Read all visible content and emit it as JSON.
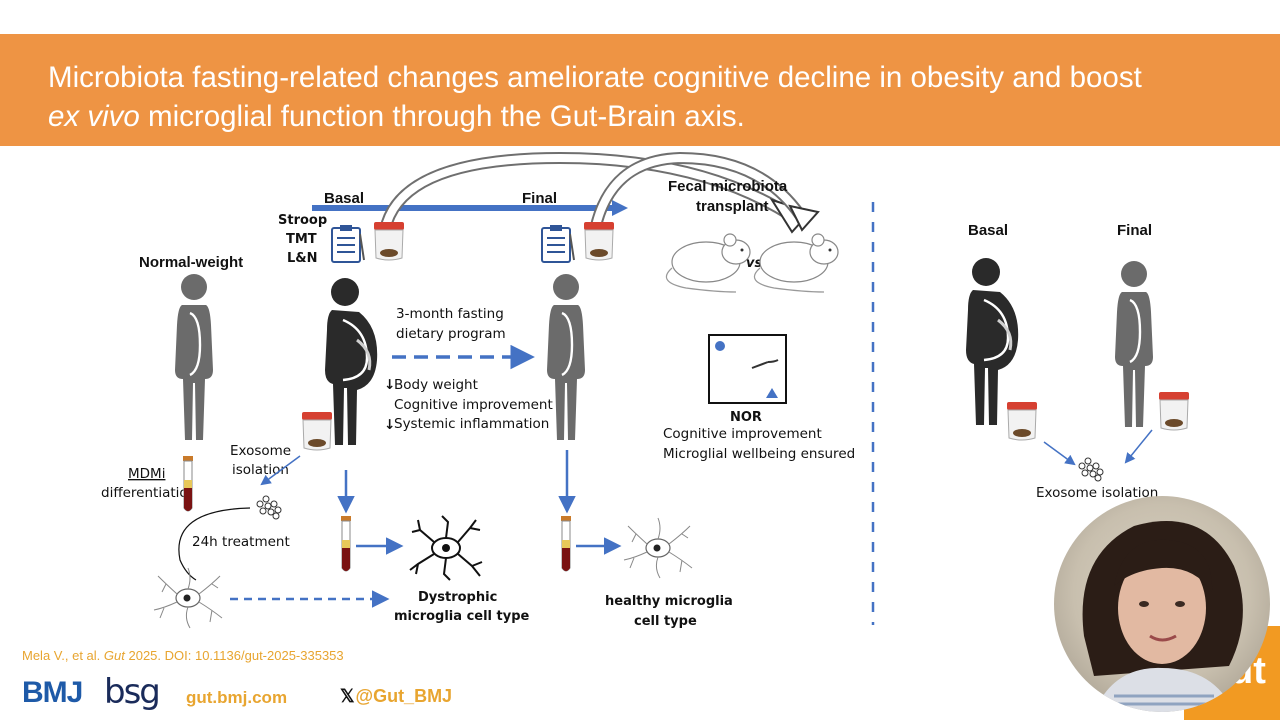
{
  "title": {
    "line1": "Microbiota fasting-related changes ameliorate cognitive decline in obesity and boost",
    "line2_italic": "ex vivo",
    "line2_rest": " microglial function through the Gut-Brain axis."
  },
  "timeline": {
    "basal": "Basal",
    "final": "Final"
  },
  "tests": {
    "t1": "Stroop",
    "t2": "TMT",
    "t3": "L&N"
  },
  "fmt": {
    "line1": "Fecal microbiota",
    "line2": "transplant",
    "vs": "vs"
  },
  "normal_weight": "Normal-weight",
  "program": {
    "line1": "3-month fasting",
    "line2": "dietary program"
  },
  "outcomes": {
    "o1": "Body weight",
    "o2": "Cognitive improvement",
    "o3": "Systemic inflammation"
  },
  "nor": {
    "title": "NOR",
    "line1": "Cognitive improvement",
    "line2": "Microglial wellbeing ensured"
  },
  "exosome": {
    "line1": "Exosome",
    "line2": "isolation"
  },
  "mdmi": {
    "line1": "MDMi",
    "line2": "differentiatio"
  },
  "treatment": "24h treatment",
  "dystrophic": {
    "line1": "Dystrophic",
    "line2": "microglia cell type"
  },
  "healthy": {
    "line1": "healthy microglia",
    "line2": "cell type"
  },
  "right_panel": {
    "basal": "Basal",
    "final": "Final",
    "exosome": "Exosome isolation"
  },
  "footer": {
    "cite_pre": "Mela V., et al. ",
    "cite_journal": "Gut",
    "cite_post": " 2025. DOI: 10.1136/gut-2025-335353",
    "bmj": "BMJ",
    "bsg": "bsg",
    "site": "gut.bmj.com",
    "twitter_x": "𝕏",
    "twitter": "@Gut_BMJ",
    "corner": "ut"
  },
  "colors": {
    "banner": "#ee9444",
    "arrow_blue": "#4472c4",
    "accent": "#e8a530"
  }
}
